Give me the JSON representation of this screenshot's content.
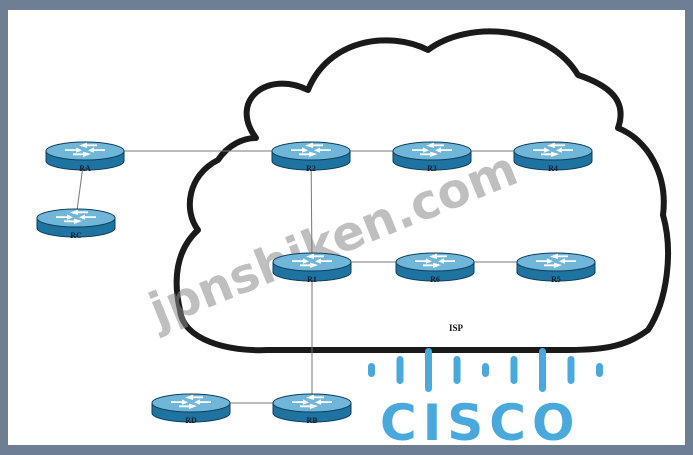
{
  "watermark": "jpnshiken.com",
  "cloud_label": "ISP",
  "logo": {
    "word": "CISCO",
    "color": "#49a8dc"
  },
  "colors": {
    "router": "#1f73a0",
    "router_top": "#6fb6d9",
    "link": "#777777",
    "cloud_stroke": "#1a1a1a"
  },
  "routers": {
    "RA": "RA",
    "RC": "RC",
    "RD": "RD",
    "RB": "RB",
    "R1": "R1",
    "R2": "R2",
    "R3": "R3",
    "R4": "R4",
    "R5": "R5",
    "R6": "R6"
  },
  "links": [
    [
      "RA",
      "R2"
    ],
    [
      "RA",
      "RC"
    ],
    [
      "R2",
      "R3"
    ],
    [
      "R3",
      "R4"
    ],
    [
      "R2",
      "R1"
    ],
    [
      "R1",
      "R6"
    ],
    [
      "R6",
      "R5"
    ],
    [
      "R1",
      "RB"
    ],
    [
      "RD",
      "RB"
    ]
  ]
}
